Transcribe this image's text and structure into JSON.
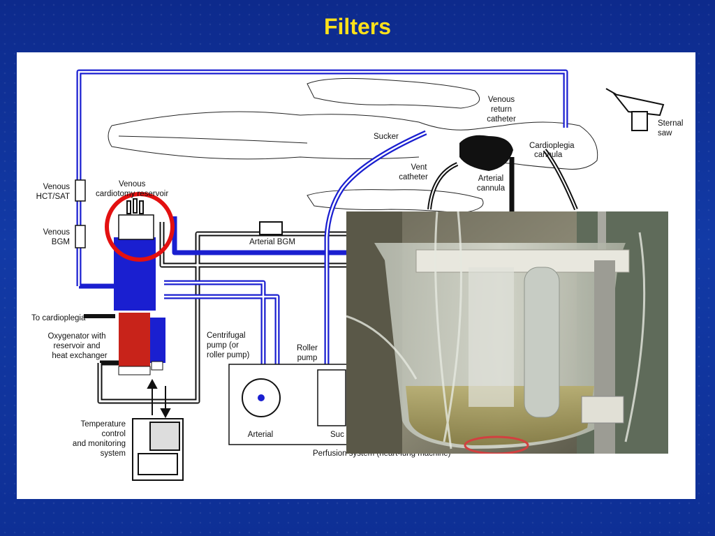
{
  "slide": {
    "title": "Filters"
  },
  "labels": {
    "venous_return_catheter_1": "Venous",
    "venous_return_catheter_2": "return",
    "venous_return_catheter_3": "catheter",
    "sternal_saw_1": "Sternal",
    "sternal_saw_2": "saw",
    "sucker": "Sucker",
    "cardioplegia_cannula_1": "Cardioplegia",
    "cardioplegia_cannula_2": "cannula",
    "vent_catheter_1": "Vent",
    "vent_catheter_2": "catheter",
    "arterial_cannula_1": "Arterial",
    "arterial_cannula_2": "cannula",
    "venous_cardiotomy_reservoir_1": "Venous",
    "venous_cardiotomy_reservoir_2": "cardiotomy reservoir",
    "venous_hct_sat_1": "Venous",
    "venous_hct_sat_2": "HCT/SAT",
    "venous_bgm_1": "Venous",
    "venous_bgm_2": "BGM",
    "arterial_bgm": "Arterial BGM",
    "to_cardioplegia": "To cardioplegia",
    "oxygenator_1": "Oxygenator with",
    "oxygenator_2": "reservoir and",
    "oxygenator_3": "heat exchanger",
    "centrifugal_pump_1": "Centrifugal",
    "centrifugal_pump_2": "pump (or",
    "centrifugal_pump_3": "roller pump)",
    "roller_pump_1": "Roller",
    "roller_pump_2": "pump",
    "arterial_pump": "Arterial",
    "sucker_pump": "Suc",
    "temperature_control_1": "Temperature",
    "temperature_control_2": "control",
    "temperature_control_3": "and monitoring",
    "temperature_control_4": "system",
    "perfusion_system": "Perfusion system (heart-lung machine)"
  },
  "colors": {
    "background": "#123aa6",
    "title": "#ffe11a",
    "blue_tubing": "#1a1fd0",
    "oxygenator": "#c8231a",
    "highlight": "#e31010"
  }
}
